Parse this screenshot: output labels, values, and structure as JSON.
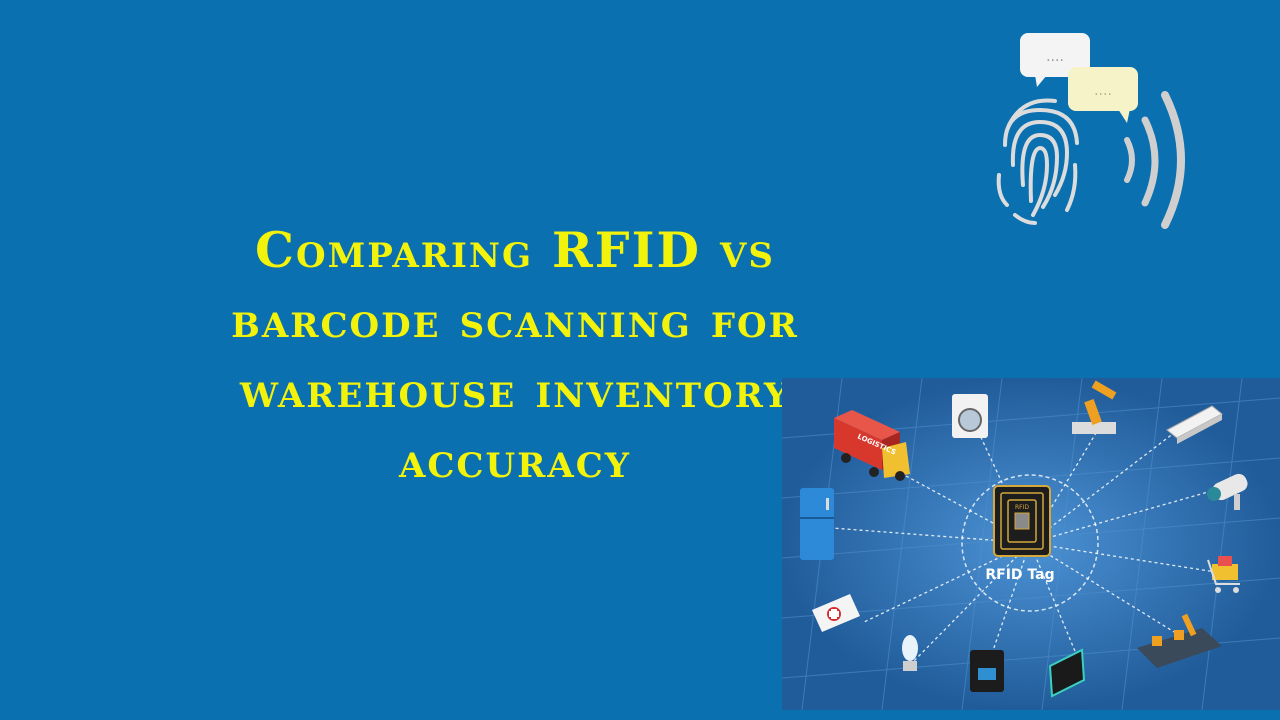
{
  "title": {
    "lines": [
      "Comparing RFID vs",
      "barcode scanning for",
      "warehouse inventory",
      "accuracy"
    ]
  },
  "rfid_graphic": {
    "center_label": "RFID Tag",
    "chip_label": "RFID",
    "truck_label": "LOGISTICS"
  },
  "speech_bubbles": [
    "....",
    "...."
  ],
  "colors": {
    "background": "#0a70b0",
    "title": "#f2f20a",
    "panel": "#2a6aa8"
  }
}
